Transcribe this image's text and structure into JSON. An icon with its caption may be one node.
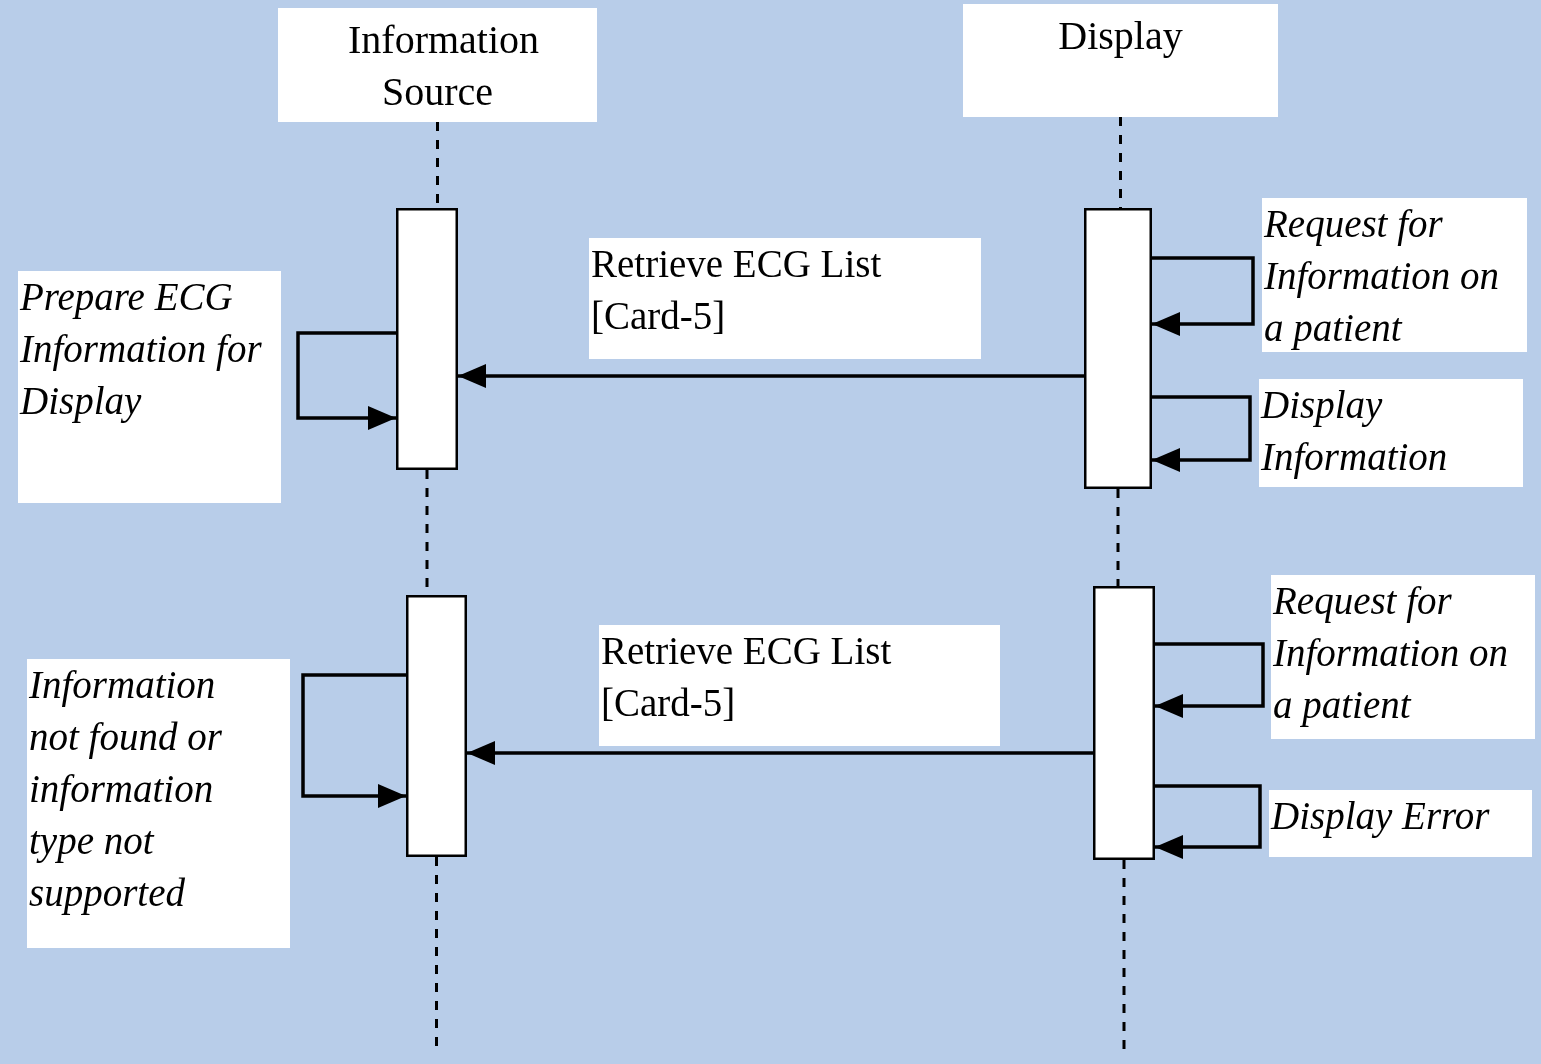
{
  "diagram": {
    "nodes": [
      {
        "text": [
          "Information Source"
        ]
      },
      {
        "text": [
          "Display"
        ]
      },
      {
        "text": [],
        "shape": "bar"
      },
      {
        "text": [],
        "shape": "bar"
      },
      {
        "text": [],
        "shape": "bar"
      },
      {
        "text": [],
        "shape": "bar"
      }
    ],
    "edges": [
      {
        "from": 0,
        "to": 2,
        "arrow": "none",
        "style": "dashed"
      },
      {
        "from": 2,
        "to": 4,
        "arrow": "none",
        "style": "dashed"
      },
      {
        "from": 4,
        "to": null,
        "arrow": "none",
        "style": "dashed"
      },
      {
        "from": 1,
        "to": 3,
        "arrow": "none",
        "style": "dashed"
      },
      {
        "from": 3,
        "to": 5,
        "arrow": "none",
        "style": "dashed"
      },
      {
        "from": 5,
        "to": null,
        "arrow": "none",
        "style": "dashed"
      },
      {
        "from": 3,
        "to": 2,
        "arrow": "to",
        "label": "Retrieve ECG List [Card-5]"
      },
      {
        "from": 2,
        "to": 2,
        "arrow": "to",
        "label": "Prepare ECG Information for Display"
      },
      {
        "from": 3,
        "to": 3,
        "arrow": "to",
        "label": "Request for Information on a patient"
      },
      {
        "from": 3,
        "to": 3,
        "arrow": "to",
        "label": "Display Information"
      },
      {
        "from": 5,
        "to": 4,
        "arrow": "to",
        "label": "Retrieve ECG List [Card-5]"
      },
      {
        "from": 4,
        "to": 4,
        "arrow": "to",
        "label": "Information not found or information type not supported"
      },
      {
        "from": 5,
        "to": 5,
        "arrow": "to",
        "label": "Request for Information on a patient"
      },
      {
        "from": 5,
        "to": 5,
        "arrow": "to",
        "label": "Display Error"
      }
    ]
  }
}
